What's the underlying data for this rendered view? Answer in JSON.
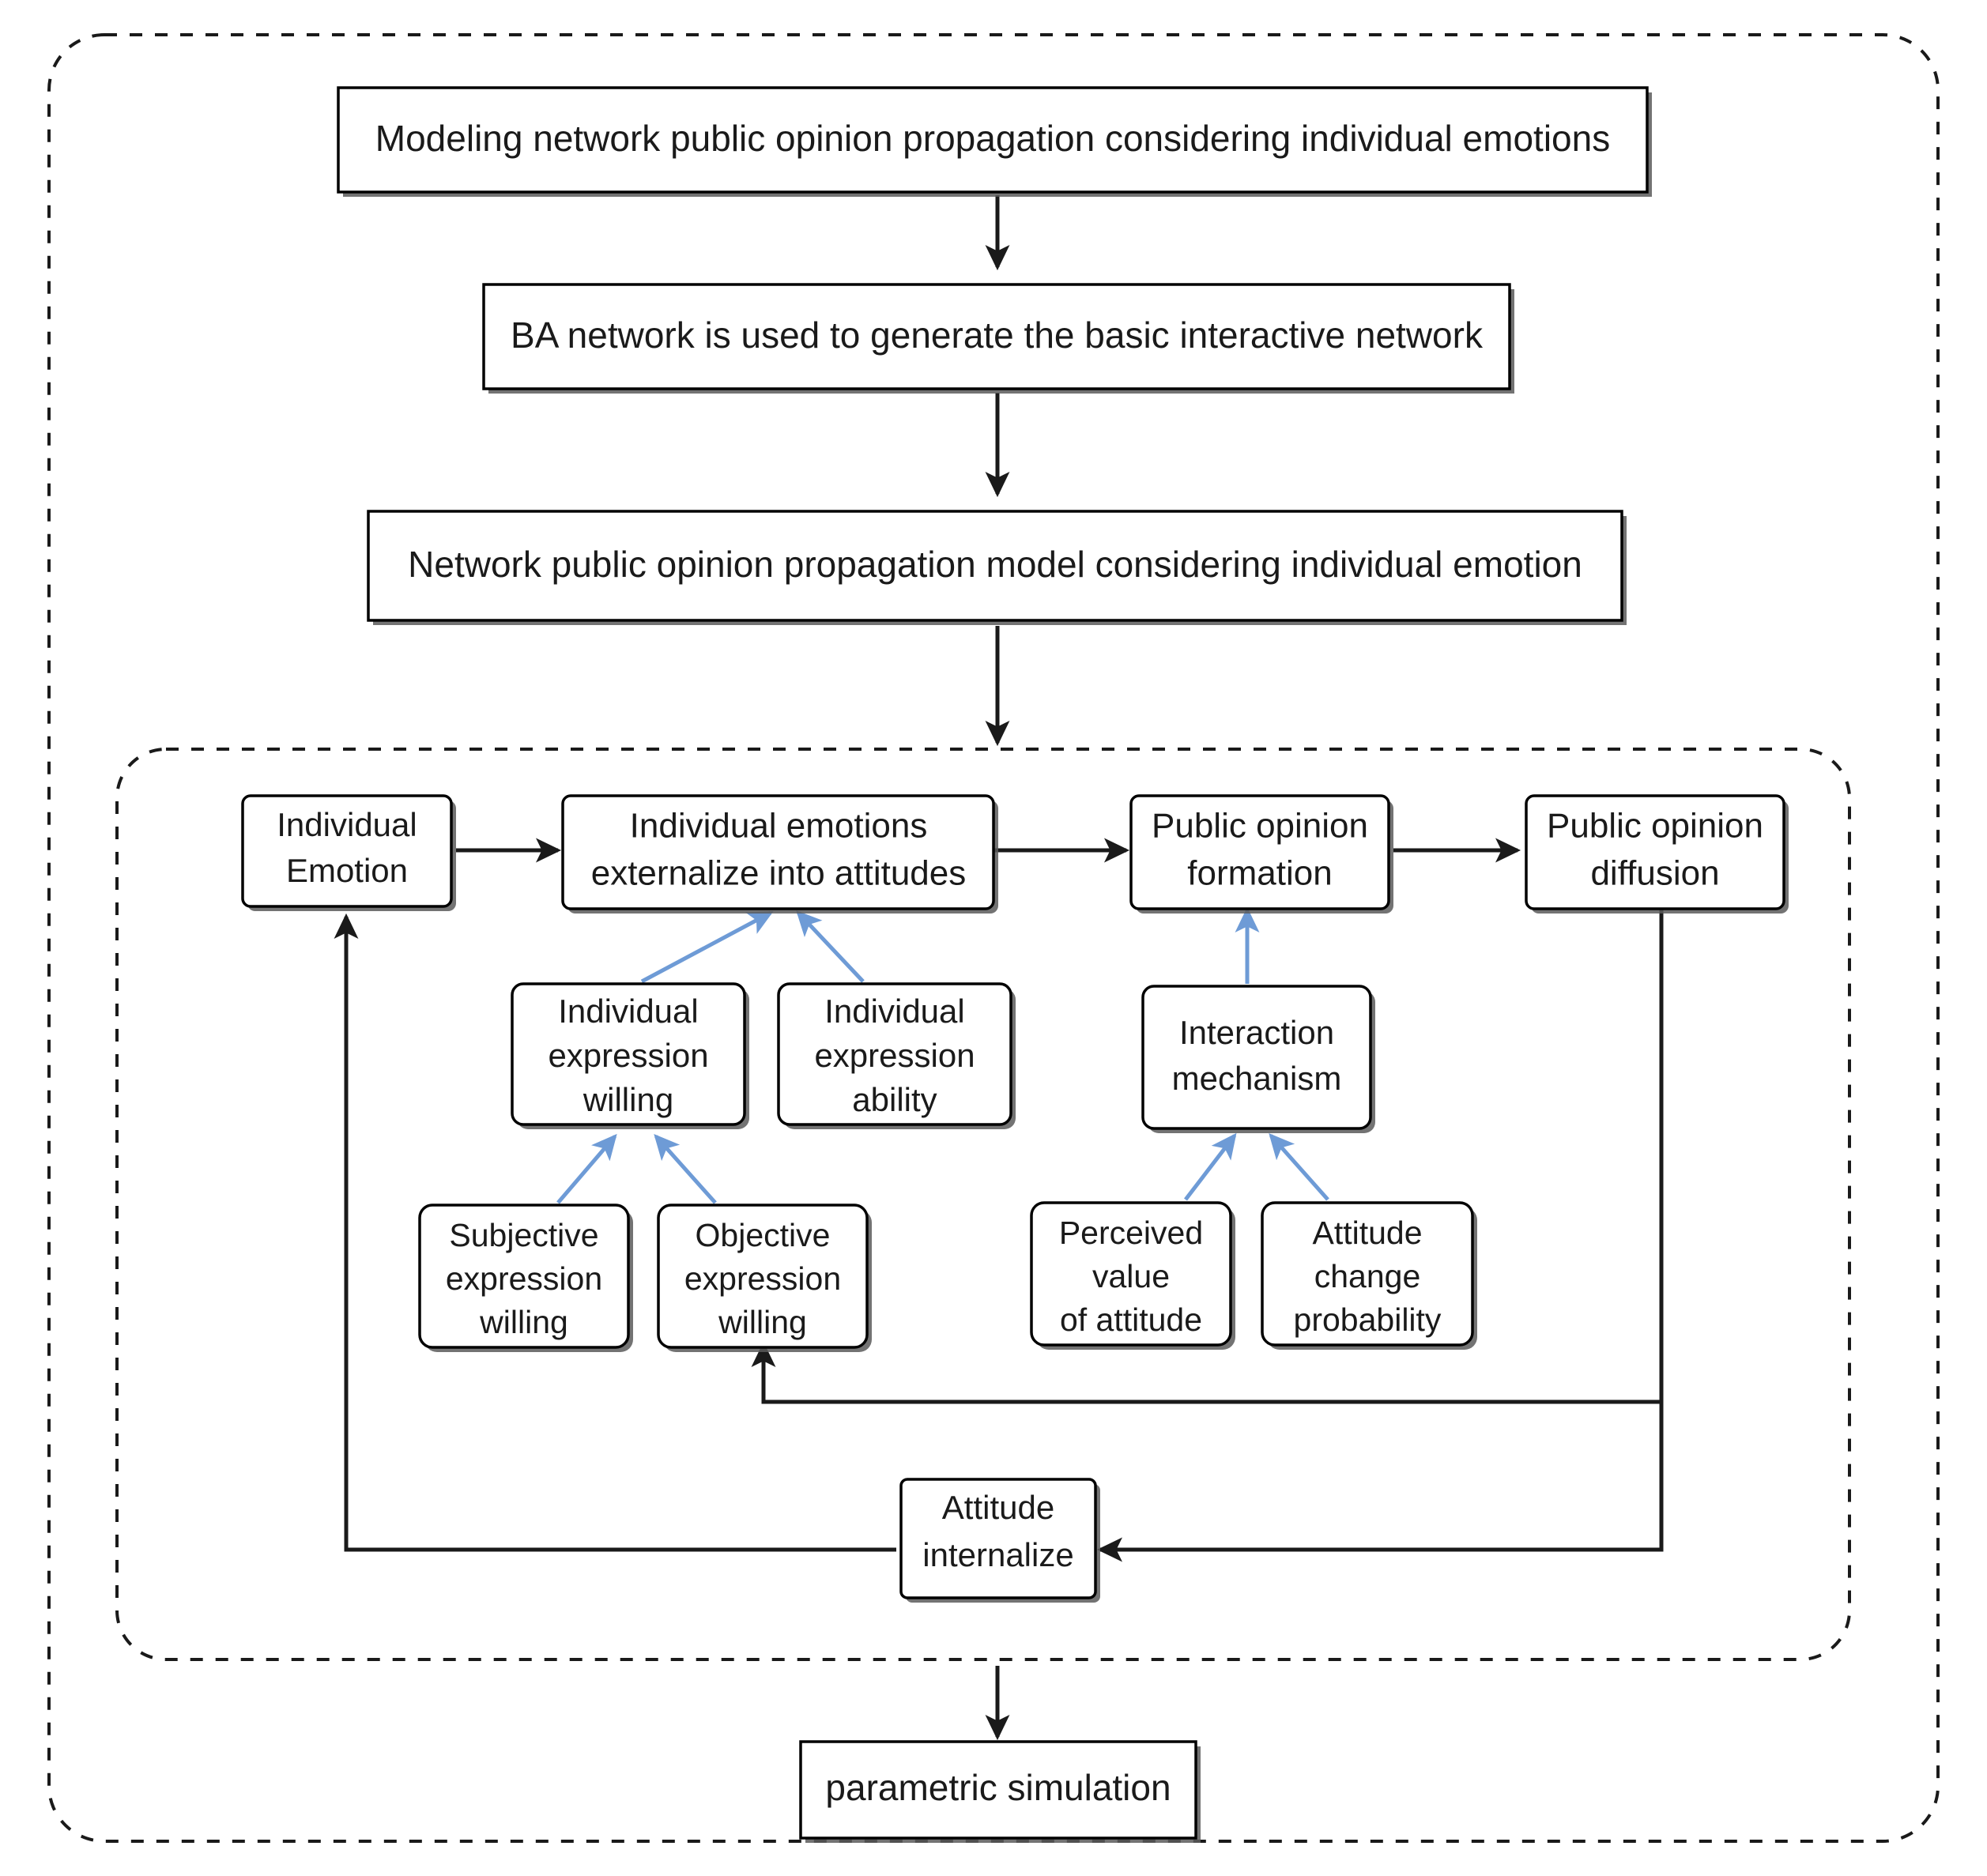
{
  "diagram": {
    "title": "Modeling network public opinion propagation considering individual emotions",
    "type": "flowchart",
    "colors": {
      "node_border": "#000000",
      "node_fill": "#ffffff",
      "text": "#1a1a1a",
      "dark_arrow": "#1a1a1a",
      "blue_arrow": "#6e9bd6",
      "container_border": "#1a1a1a"
    },
    "containers": [
      {
        "id": "outer",
        "style": "dashed-rounded",
        "label": ""
      },
      {
        "id": "inner-model",
        "style": "dashed-rounded",
        "label": ""
      }
    ],
    "nodes": [
      {
        "id": "n-title",
        "label": "Modeling network public opinion propagation considering individual emotions"
      },
      {
        "id": "n-ba-network",
        "label": "BA network is used to generate the basic interactive network"
      },
      {
        "id": "n-model",
        "label": "Network public opinion propagation model considering individual emotion"
      },
      {
        "id": "n-individual-emotion",
        "line1": "Individual",
        "line2": "Emotion"
      },
      {
        "id": "n-externalize",
        "line1": "Individual emotions",
        "line2": "externalize into attitudes"
      },
      {
        "id": "n-opinion-formation",
        "line1": "Public opinion",
        "line2": "formation"
      },
      {
        "id": "n-opinion-diffusion",
        "line1": "Public opinion",
        "line2": "diffusion"
      },
      {
        "id": "n-expression-willing",
        "line1": "Individual",
        "line2": "expression",
        "line3": "willing"
      },
      {
        "id": "n-expression-ability",
        "line1": "Individual",
        "line2": "expression",
        "line3": "ability"
      },
      {
        "id": "n-interaction-mechanism",
        "line1": "Interaction",
        "line2": "mechanism"
      },
      {
        "id": "n-subjective-willing",
        "line1": "Subjective",
        "line2": "expression",
        "line3": "willing"
      },
      {
        "id": "n-objective-willing",
        "line1": "Objective",
        "line2": "expression",
        "line3": "willing"
      },
      {
        "id": "n-perceived-value",
        "line1": "Perceived",
        "line2": "value",
        "line3": "of attitude"
      },
      {
        "id": "n-attitude-change",
        "line1": "Attitude",
        "line2": "change",
        "line3": "probability"
      },
      {
        "id": "n-attitude-internalize",
        "line1": "Attitude",
        "line2": "internalize"
      },
      {
        "id": "n-parametric-simulation",
        "label": "parametric simulation"
      }
    ],
    "edges": [
      {
        "from": "n-title",
        "to": "n-ba-network",
        "color": "dark"
      },
      {
        "from": "n-ba-network",
        "to": "n-model",
        "color": "dark"
      },
      {
        "from": "n-model",
        "to": "inner-model",
        "color": "dark"
      },
      {
        "from": "n-individual-emotion",
        "to": "n-externalize",
        "color": "dark"
      },
      {
        "from": "n-externalize",
        "to": "n-opinion-formation",
        "color": "dark"
      },
      {
        "from": "n-opinion-formation",
        "to": "n-opinion-diffusion",
        "color": "dark"
      },
      {
        "from": "n-expression-willing",
        "to": "n-externalize",
        "color": "blue"
      },
      {
        "from": "n-expression-ability",
        "to": "n-externalize",
        "color": "blue"
      },
      {
        "from": "n-subjective-willing",
        "to": "n-expression-willing",
        "color": "blue"
      },
      {
        "from": "n-objective-willing",
        "to": "n-expression-willing",
        "color": "blue"
      },
      {
        "from": "n-interaction-mechanism",
        "to": "n-opinion-formation",
        "color": "blue"
      },
      {
        "from": "n-perceived-value",
        "to": "n-interaction-mechanism",
        "color": "blue"
      },
      {
        "from": "n-attitude-change",
        "to": "n-interaction-mechanism",
        "color": "blue"
      },
      {
        "from": "n-opinion-diffusion",
        "to": "n-objective-willing",
        "color": "dark"
      },
      {
        "from": "n-opinion-diffusion",
        "to": "n-attitude-internalize",
        "color": "dark"
      },
      {
        "from": "n-attitude-internalize",
        "to": "n-individual-emotion",
        "color": "dark"
      },
      {
        "from": "inner-model",
        "to": "n-parametric-simulation",
        "color": "dark"
      }
    ]
  }
}
